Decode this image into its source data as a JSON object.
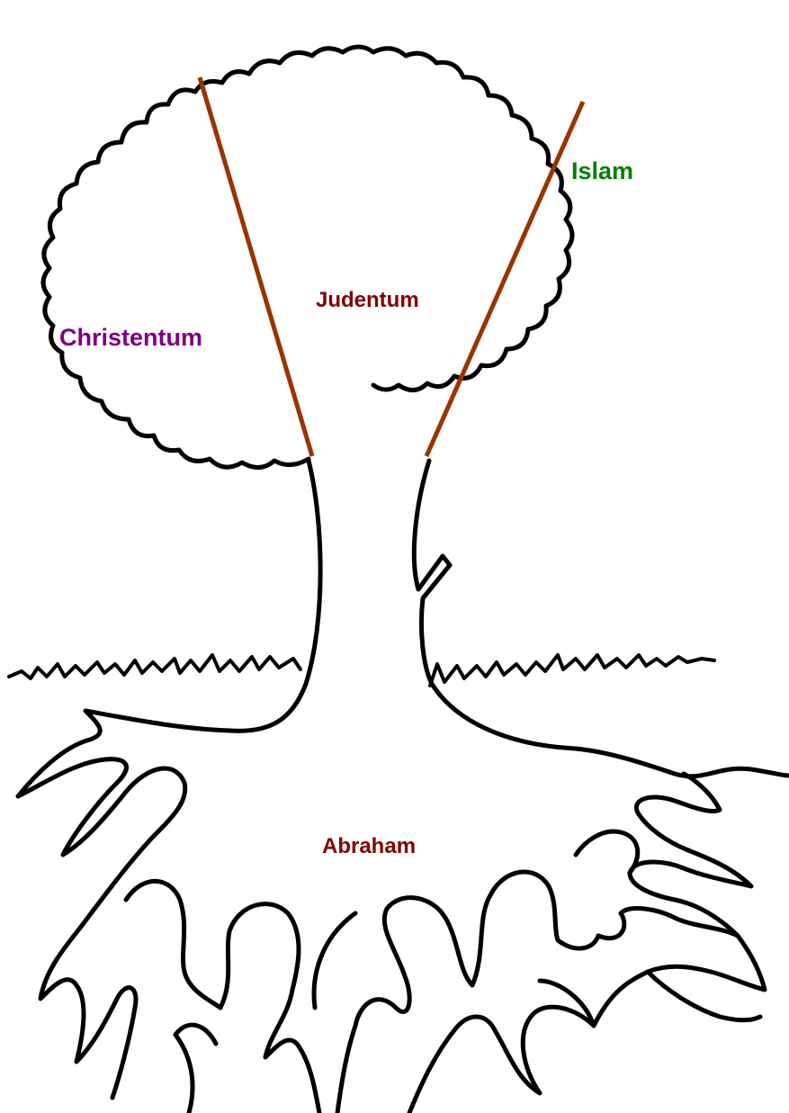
{
  "labels": {
    "christianity": "Christentum",
    "judaism": "Judentum",
    "islam": "Islam",
    "abraham": "Abraham"
  },
  "colors": {
    "christianity": "#800080",
    "judaism": "#800000",
    "islam": "#008000",
    "abraham": "#800000",
    "divider": "#993300",
    "outline": "#000000"
  }
}
